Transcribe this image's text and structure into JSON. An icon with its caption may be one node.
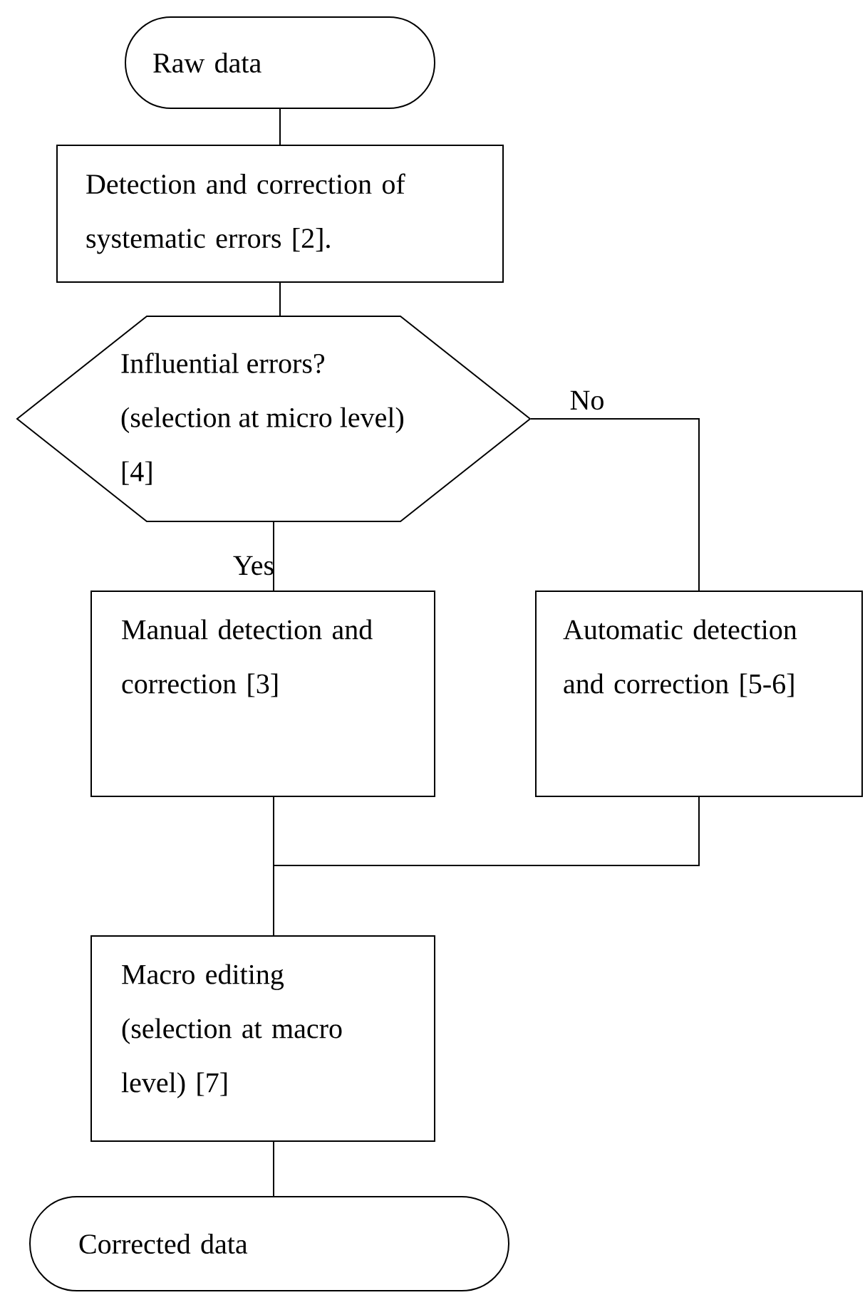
{
  "diagram": {
    "nodes": [
      {
        "text": [
          "Raw data"
        ]
      },
      {
        "text": [
          "Detection and correction of systematic errors [2]."
        ]
      },
      {
        "text": [
          "Influential errors? (selection at micro level) [4]"
        ]
      },
      {
        "text": [
          "Manual detection and correction [3]"
        ]
      },
      {
        "text": [
          "Automatic detection and correction [5-6]"
        ]
      },
      {
        "text": [
          "Macro editing (selection at macro level) [7]"
        ]
      },
      {
        "text": [
          "Corrected data"
        ]
      }
    ],
    "edges": [
      {
        "from": 0,
        "to": 1,
        "arrow": "none"
      },
      {
        "from": 1,
        "to": 2,
        "arrow": "none"
      },
      {
        "from": 2,
        "to": 3,
        "arrow": "none",
        "label": "Yes"
      },
      {
        "from": 2,
        "to": 4,
        "arrow": "none",
        "label": "No"
      },
      {
        "from": 3,
        "to": 5,
        "arrow": "none"
      },
      {
        "from": 4,
        "to": 5,
        "arrow": "none"
      },
      {
        "from": 5,
        "to": 6,
        "arrow": "none"
      }
    ]
  }
}
